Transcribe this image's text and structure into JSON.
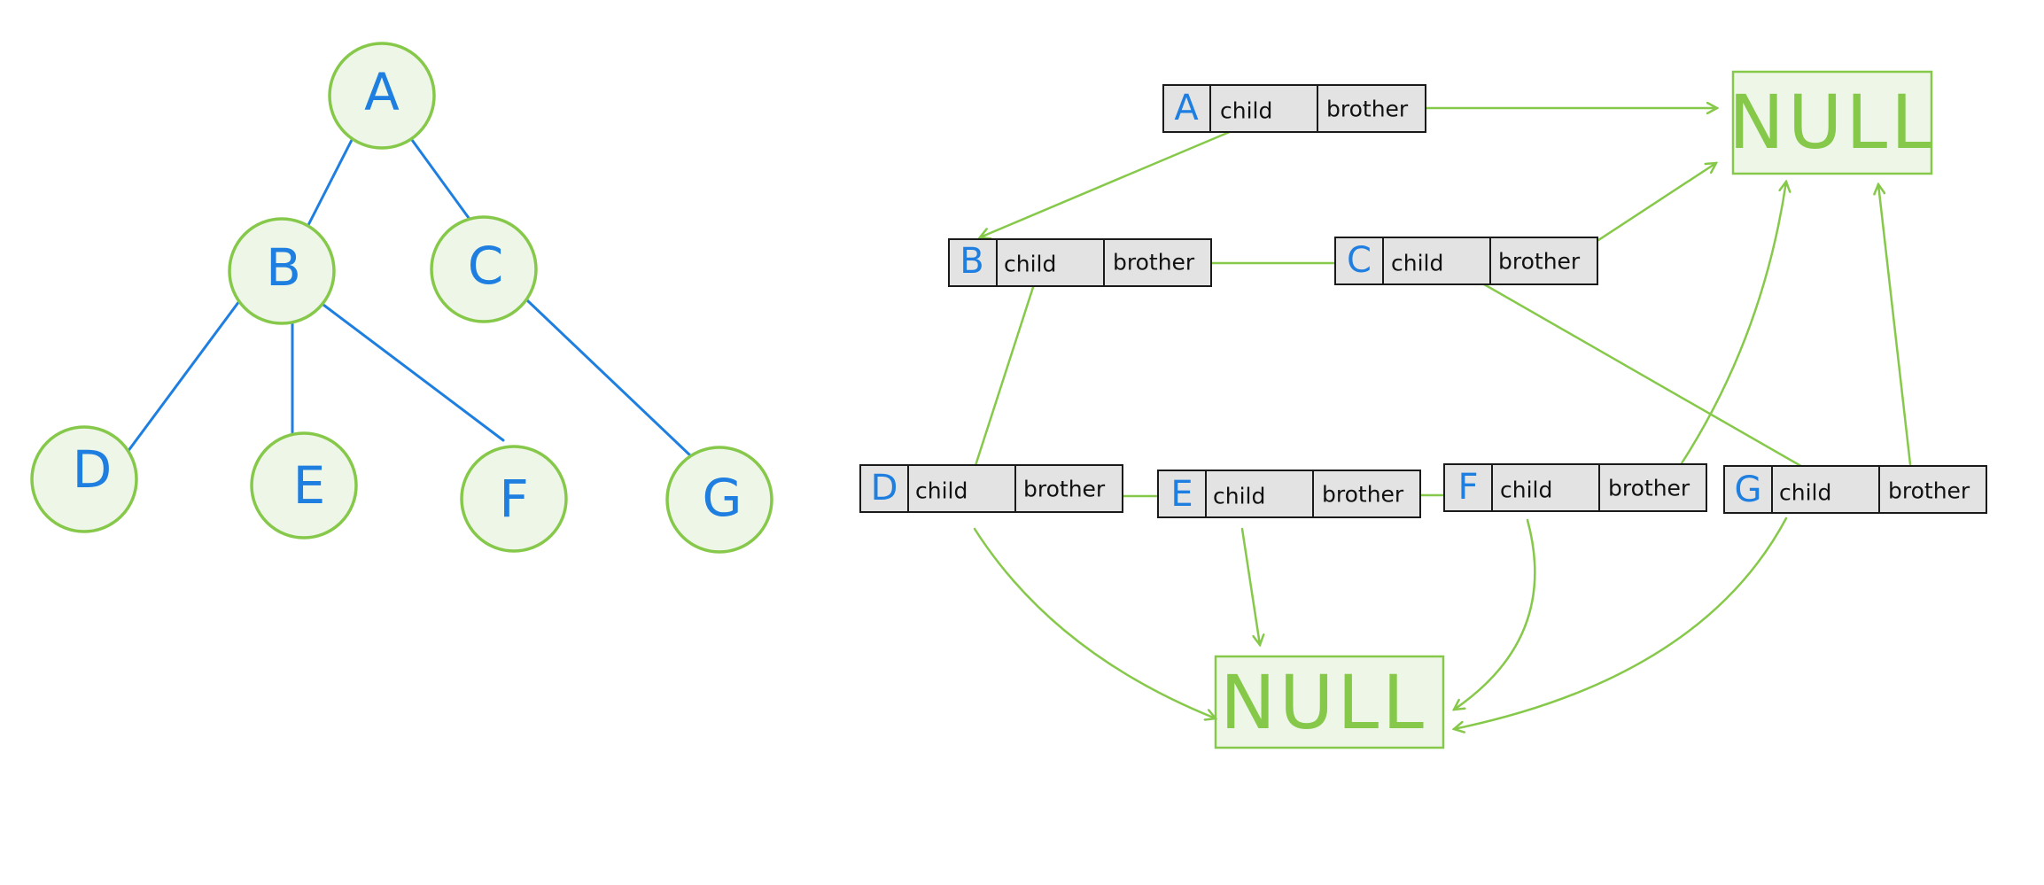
{
  "tree": {
    "nodes": [
      {
        "id": "A",
        "label": "A"
      },
      {
        "id": "B",
        "label": "B"
      },
      {
        "id": "C",
        "label": "C"
      },
      {
        "id": "D",
        "label": "D"
      },
      {
        "id": "E",
        "label": "E"
      },
      {
        "id": "F",
        "label": "F"
      },
      {
        "id": "G",
        "label": "G"
      }
    ],
    "edges": [
      [
        "A",
        "B"
      ],
      [
        "A",
        "C"
      ],
      [
        "B",
        "D"
      ],
      [
        "B",
        "E"
      ],
      [
        "B",
        "F"
      ],
      [
        "C",
        "G"
      ]
    ]
  },
  "records": [
    {
      "id": "A",
      "label": "A",
      "child_label": "child",
      "brother_label": "brother"
    },
    {
      "id": "B",
      "label": "B",
      "child_label": "child",
      "brother_label": "brother"
    },
    {
      "id": "C",
      "label": "C",
      "child_label": "child",
      "brother_label": "brother"
    },
    {
      "id": "D",
      "label": "D",
      "child_label": "child",
      "brother_label": "brother"
    },
    {
      "id": "E",
      "label": "E",
      "child_label": "child",
      "brother_label": "brother"
    },
    {
      "id": "F",
      "label": "F",
      "child_label": "child",
      "brother_label": "brother"
    },
    {
      "id": "G",
      "label": "G",
      "child_label": "child",
      "brother_label": "brother"
    }
  ],
  "null_boxes": [
    {
      "id": "null-top",
      "label": "NULL"
    },
    {
      "id": "null-bottom",
      "label": "NULL"
    }
  ],
  "pointers": [
    {
      "from": "A",
      "field": "brother",
      "to": "null-top"
    },
    {
      "from": "A",
      "field": "child",
      "to": "B"
    },
    {
      "from": "B",
      "field": "brother",
      "to": "C"
    },
    {
      "from": "B",
      "field": "child",
      "to": "D"
    },
    {
      "from": "C",
      "field": "brother",
      "to": "null-top"
    },
    {
      "from": "C",
      "field": "child",
      "to": "G"
    },
    {
      "from": "D",
      "field": "brother",
      "to": "E"
    },
    {
      "from": "D",
      "field": "child",
      "to": "null-bottom"
    },
    {
      "from": "E",
      "field": "brother",
      "to": "F"
    },
    {
      "from": "E",
      "field": "child",
      "to": "null-bottom"
    },
    {
      "from": "F",
      "field": "brother",
      "to": "null-top"
    },
    {
      "from": "F",
      "field": "child",
      "to": "null-bottom"
    },
    {
      "from": "G",
      "field": "brother",
      "to": "null-top"
    },
    {
      "from": "G",
      "field": "child",
      "to": "null-bottom"
    }
  ],
  "colors": {
    "node_fill": "#EEF6E8",
    "node_stroke": "#86C94A",
    "letter": "#1E7FE0",
    "tree_edge": "#1E7FE0",
    "pointer": "#86C94A",
    "record_fill": "#E3E3E3"
  }
}
